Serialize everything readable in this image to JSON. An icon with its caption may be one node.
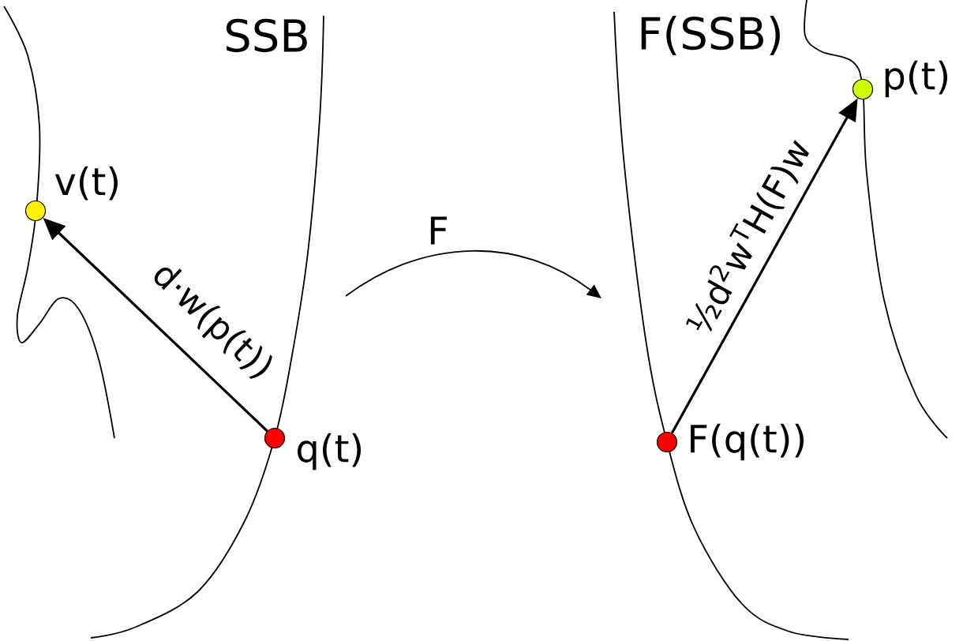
{
  "diagram": {
    "nodes": [
      {
        "text": [],
        "shape": "circle",
        "beside": [
          "v(t)"
        ]
      },
      {
        "text": [],
        "shape": "circle",
        "beside": [
          "q(t)"
        ]
      },
      {
        "text": [],
        "shape": "circle",
        "beside": [
          "F(q(t))"
        ]
      },
      {
        "text": [],
        "shape": "circle",
        "beside": [
          "p(t)"
        ]
      }
    ],
    "edges": [
      {
        "from": 1,
        "to": 0,
        "arrow": "to",
        "label": "d·w(p(t))"
      },
      {
        "from": 2,
        "to": 3,
        "arrow": "to",
        "label": "½d$^{2}$w$^{T}$H(F)w"
      }
    ],
    "labels": [
      "SSB",
      "F(SSB)",
      "F"
    ]
  }
}
